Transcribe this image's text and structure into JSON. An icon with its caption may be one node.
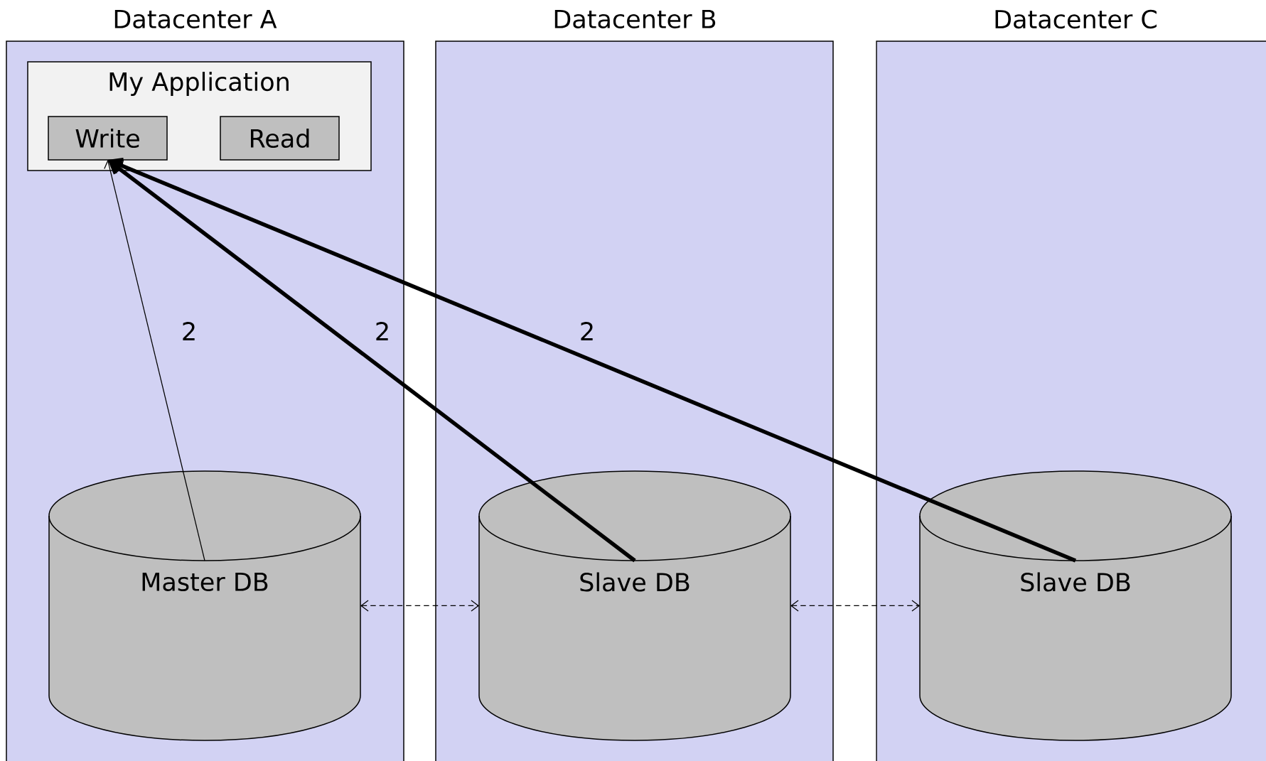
{
  "diagram": {
    "nodes": [
      {
        "text": [
          "Datacenter A"
        ]
      },
      {
        "text": [
          "My Application"
        ],
        "in": 0
      },
      {
        "text": [
          "Write"
        ],
        "in": 1
      },
      {
        "text": [
          "Read"
        ],
        "in": 1
      },
      {
        "text": [
          "Master DB"
        ],
        "in": 0
      },
      {
        "text": [
          "Datacenter B"
        ]
      },
      {
        "text": [
          "Slave DB"
        ],
        "in": 5
      },
      {
        "text": [
          "Datacenter C"
        ]
      },
      {
        "text": [
          "Slave DB"
        ],
        "in": 7
      }
    ],
    "edges": [
      {
        "from": 4,
        "to": 2,
        "arrow": "to",
        "label": "2"
      },
      {
        "from": 6,
        "to": 2,
        "arrow": "to",
        "label": "2",
        "style": "thick"
      },
      {
        "from": 8,
        "to": 2,
        "arrow": "to",
        "label": "2",
        "style": "thick"
      },
      {
        "from": 4,
        "to": 6,
        "arrow": "both",
        "style": "dashed"
      },
      {
        "from": 6,
        "to": 8,
        "arrow": "both",
        "style": "dashed"
      }
    ]
  }
}
